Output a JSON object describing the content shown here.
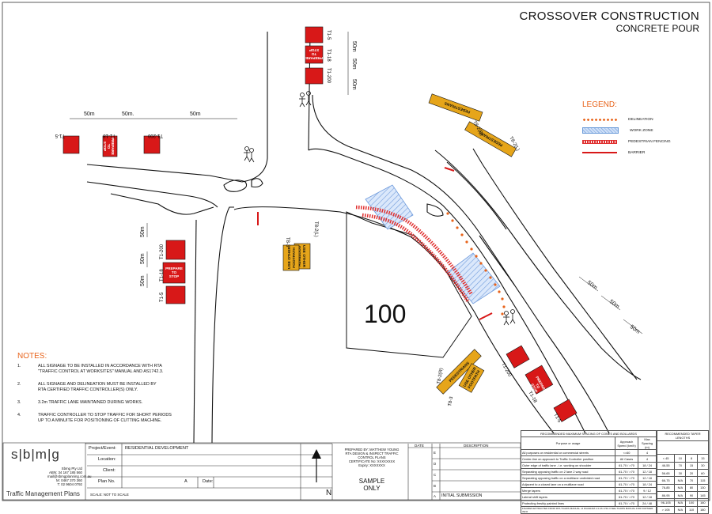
{
  "title": {
    "line1": "CROSSOVER CONSTRUCTION",
    "line2": "CONCRETE POUR"
  },
  "site_number": "100",
  "legend": {
    "heading": "LEGEND:",
    "items": [
      {
        "label": "DELINEATION",
        "kind": "delineation"
      },
      {
        "label": "WORK ZONE",
        "kind": "work-zone"
      },
      {
        "label": "PEDESTRIAN FENCING",
        "kind": "pedestrian-fencing"
      },
      {
        "label": "BARRIER",
        "kind": "barrier"
      }
    ]
  },
  "distances": {
    "d50": "50m",
    "d50dot": "50m."
  },
  "sign_codes": {
    "t15": "T1-5",
    "t118": "T1-18",
    "t1200": "T1-200",
    "t82r": "T8-2(R)",
    "t82l": "T8-2(L)",
    "t83": "T8-3"
  },
  "sign_text": {
    "prepare": "PREPARE",
    "to": "TO",
    "stop": "STOP",
    "pedestrians": "PEDESTRIANS",
    "use_other": "USE OTHER",
    "footpath": "FOOTPATH"
  },
  "notes": {
    "heading": "NOTES:",
    "items": [
      {
        "n": "1.",
        "text": "ALL SIGNAGE TO BE INSTALLED IN ACCORDANCE WITH RTA\n\"TRAFFIC CONTROL AT WORKSITES\" MANUAL AND AS1742.3."
      },
      {
        "n": "2.",
        "text": "ALL SIGNAGE AND DELINEATION MUST BE INSTALLED BY\nRTA CERTIFIED TRAFFIC CONTROLLER(S) ONLY."
      },
      {
        "n": "3.",
        "text": "3.2m TRAFFIC LANE MAINTAINED DURING WORKS."
      },
      {
        "n": "4.",
        "text": "TRAFFIC CONTROLLER TO STOP TRAFFIC FOR SHORT PERIODS\nUP TO A MINUITE FOR POSITIONING OF CUTTING MACHINE."
      }
    ]
  },
  "company": {
    "logo": "s|b|m|g",
    "lines": [
      "Sbmg Pty Ltd",
      "ABN: 34 167 185 560",
      "mail@sbmgplanning.com.au",
      "M: 0467 370 360",
      "T: 02 9604 0792"
    ],
    "footer": "Traffic Management Plans",
    "scale": "SCALE: NOT TO SCALE"
  },
  "titleblock": {
    "project_label": "Project/Event:",
    "project_value": "RESIDENTIAL DEVELOPMENT",
    "location_label": "Location:",
    "client_label": "Client:",
    "plan_label": "Plan No.",
    "plan_rev": "A",
    "date_label": "Date:",
    "prepared": [
      "PREPARED BY: MATTHEW YOUNG",
      "RTA DESIGN & INSPECT TRAFFIC",
      "CONTROL PLANS",
      "CERTIFICATE No: XXXXXXXX",
      "Expiry: XXXXXXX"
    ],
    "sample": [
      "SAMPLE",
      "ONLY"
    ],
    "north": "N",
    "rev_headers": [
      "DATE",
      "DESCRIPTION"
    ],
    "rev_letters": [
      "E",
      "D",
      "C",
      "B",
      "A"
    ],
    "rev_a_desc": "INITIAL SUBMISSION"
  },
  "spacing_table": {
    "heading": "RECOMMENDED MAXIMUM SPACING OF CONES AND BOLLARDS",
    "headers": [
      "Purpose or usage",
      "Approach Speed (km/h)",
      "Max Spacing (m)"
    ],
    "rows": [
      [
        "All purposes on residential or commercial streets",
        "<=60",
        "4"
      ],
      [
        "Center-line on approach to Traffic Controller position",
        "All Cases",
        "4"
      ],
      [
        "Outer edge of traffic lane - i.e. working on shoulder",
        "61-70 / >70",
        "18 / 24"
      ],
      [
        "Separating opposing traffic on 2 lane 2 way road",
        "61-70 / >70",
        "12 / 18"
      ],
      [
        "Separating opposing traffic on a multilane undivided road",
        "61-70 / >70",
        "12 / 18"
      ],
      [
        "Adjacent to a closed lane on a multilane road",
        "61-70 / >70",
        "18 / 24"
      ],
      [
        "Merge tapers",
        "61-70 / >70",
        "9 / 12"
      ],
      [
        "Lateral shift tapers",
        "61-70 / >70",
        "12 / 18"
      ],
      [
        "Protecting freshly painted lines",
        "61-70 / >70",
        "24 / 48"
      ]
    ],
    "footnote": "FIGURES EXTRACTED FROM RTA TCAWS MANUAL v4 DIAGRAM 4.3 AS 1742.3 SEE TCAWS MANUAL FOR FURTHER INFO"
  },
  "taper_table": {
    "heading": "RECOMMENDED TAPER LENGTHS",
    "rows": [
      [
        "< 45",
        "10",
        "8",
        "15"
      ],
      [
        "46-55",
        "70",
        "15",
        "30"
      ],
      [
        "56-65",
        "30",
        "20",
        "60"
      ],
      [
        "66-75",
        "N/A",
        "70",
        "115"
      ],
      [
        "76-85",
        "N/A",
        "80",
        "130"
      ],
      [
        "86-95",
        "N/A",
        "90",
        "145"
      ],
      [
        "96-105",
        "N/A",
        "100",
        "160"
      ],
      [
        "> 105",
        "N/A",
        "110",
        "180"
      ]
    ]
  },
  "colors": {
    "sign_red": "#d81818",
    "sign_yellow": "#e6a51a",
    "accent_orange": "#e8631a",
    "work_zone": "#8fb3e6"
  }
}
